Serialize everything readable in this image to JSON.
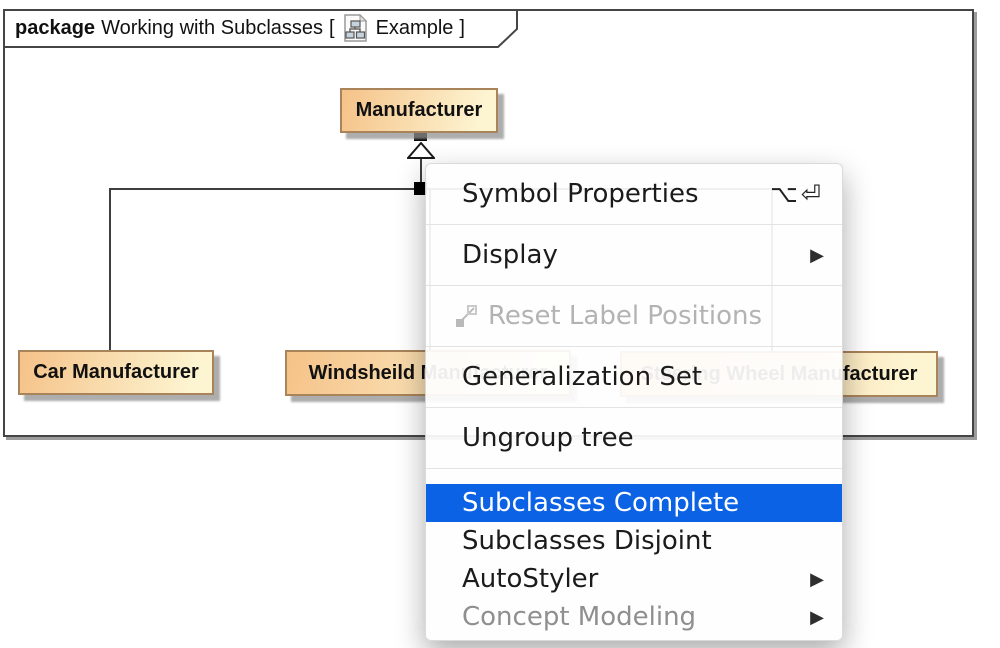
{
  "frame_header": {
    "keyword": "package",
    "title": "Working with Subclasses",
    "open_bracket": "[",
    "diagram_name": "Example",
    "close_bracket": "]"
  },
  "diagram": {
    "superclass": "Manufacturer",
    "subclasses": [
      "Car Manufacturer",
      "Windsheild Manufacturer",
      "Steering Wheel Manufacturer"
    ]
  },
  "context_menu": {
    "submenu_arrow": "▶",
    "items": [
      {
        "label": "Symbol Properties",
        "shortcut": "⌥⏎"
      },
      {
        "label": "Display",
        "submenu": true
      },
      {
        "label": "Reset Label Positions",
        "disabled": true
      },
      {
        "label": "Generalization Set"
      },
      {
        "label": "Ungroup tree"
      },
      {
        "label": "Subclasses Complete",
        "highlighted": true
      },
      {
        "label": "Subclasses Disjoint"
      },
      {
        "label": "AutoStyler",
        "submenu": true
      },
      {
        "label": "Concept Modeling",
        "disabled": true,
        "submenu": true
      }
    ],
    "colors": {
      "highlight_background": "#0b62e4",
      "highlight_text": "#ffffff",
      "disabled_text": "#9a9a9a",
      "text": "#1b1b1b"
    }
  },
  "diagram_colors": {
    "class_fill_left": "#f5c288",
    "class_fill_right": "#fdf5d2",
    "class_border": "#a9835a",
    "line": "#3f3f3f"
  }
}
